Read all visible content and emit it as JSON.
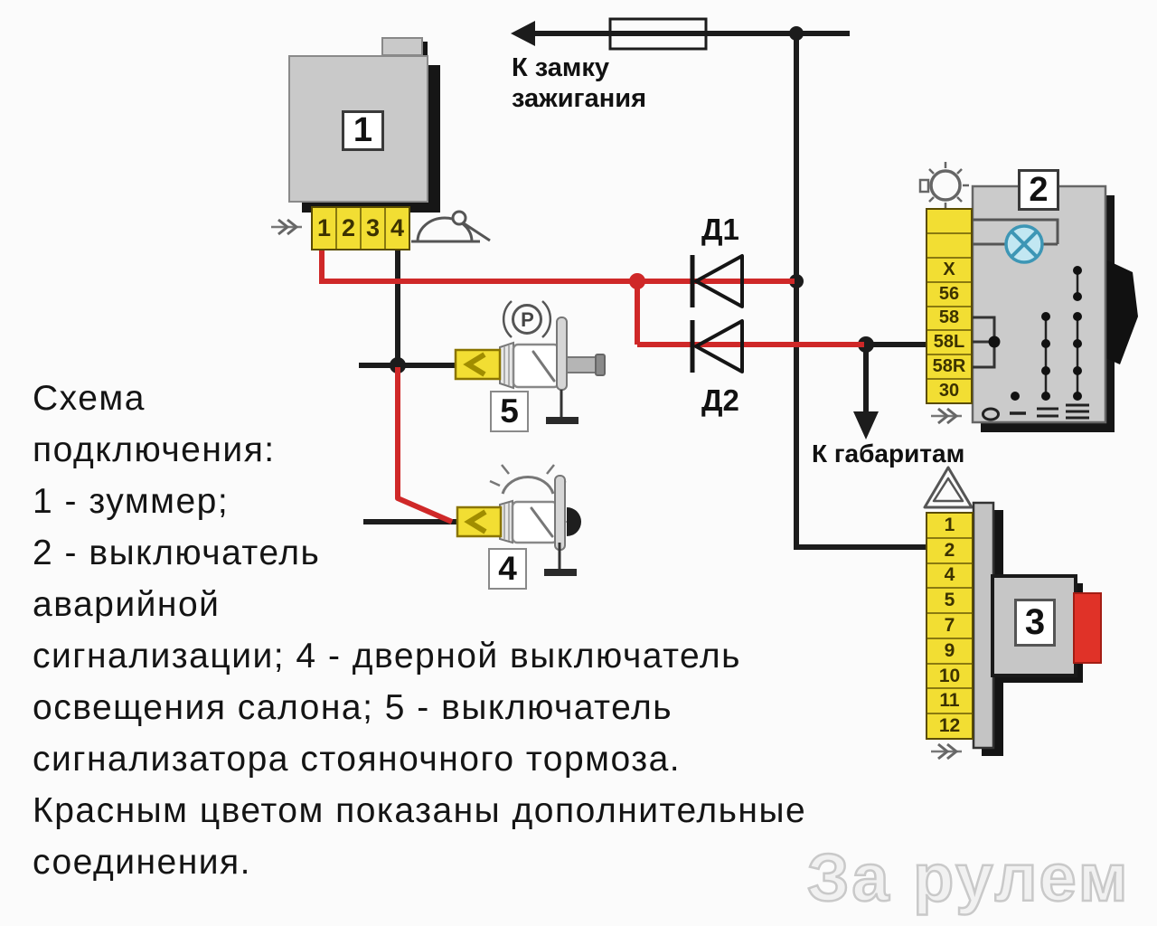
{
  "caption": {
    "lines": [
      "Схема",
      "подключения:",
      "1 - зуммер;",
      "2 - выключатель",
      "аварийной",
      "сигнализации; 4 - дверной выключатель",
      "освещения салона; 5 - выключатель",
      "сигнализатора стояночного тормоза.",
      "Красным цветом показаны дополнительные",
      "соединения."
    ]
  },
  "ignition": {
    "line1": "К замку",
    "line2": "зажигания"
  },
  "lights": {
    "label": "К габаритам"
  },
  "diodes": {
    "d1": "Д1",
    "d2": "Д2"
  },
  "comp1": {
    "number": "1",
    "terminals": [
      "1",
      "2",
      "3",
      "4"
    ]
  },
  "comp2": {
    "number": "2",
    "terminals": [
      "",
      "",
      "X",
      "56",
      "58",
      "58L",
      "58R",
      "30"
    ]
  },
  "comp3": {
    "number": "3",
    "terminals": [
      "1",
      "2",
      "4",
      "5",
      "7",
      "9",
      "10",
      "11",
      "12"
    ]
  },
  "comp4": {
    "number": "4"
  },
  "comp5": {
    "number": "5",
    "icon_letter": "P"
  },
  "watermark": {
    "text": "За рулем"
  },
  "colors": {
    "wire_black": "#1c1c1c",
    "wire_red": "#cf2828",
    "terminal_yellow": "#f2de33",
    "body_gray": "#c9c9c9",
    "lamp_cyan": "#c2e7f2",
    "lamp_stroke": "#3d96b5",
    "red_block": "#e03228",
    "shadow_black": "#161616"
  },
  "icons": {
    "ignition_arrow": "arrow-left-icon",
    "fuse": "fuse-icon",
    "buzzer": "bell-icon",
    "harness": "harness-arrow-icon",
    "parking_brake": "parking-brake-icon",
    "dome_light": "dome-light-icon",
    "headlight": "lights-icon",
    "hazard": "warning-triangle-icon",
    "lamp": "indicator-lamp-icon",
    "ground": "ground-icon",
    "lights_arrow": "arrow-down-icon"
  }
}
